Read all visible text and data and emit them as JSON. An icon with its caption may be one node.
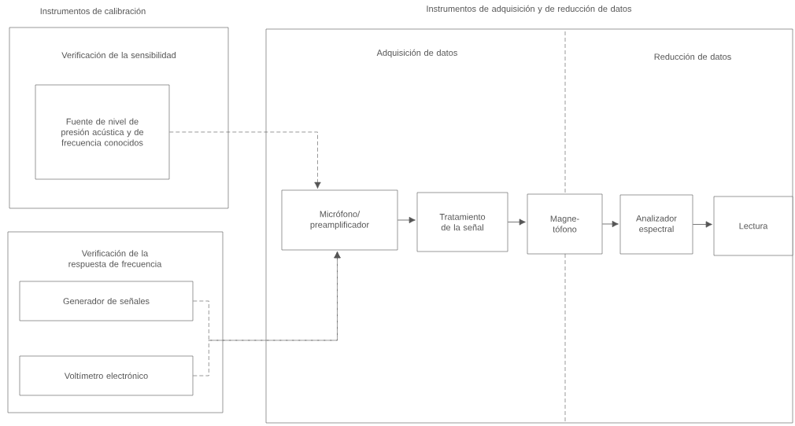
{
  "diagram": {
    "nodes": [
      {
        "text": [
          "Verificación de la sensibilidad"
        ]
      },
      {
        "text": [
          "Fuente de nivel de presión acústica y de frecuencia conocidos"
        ],
        "in": 0
      },
      {
        "text": [
          "Verificación de la respuesta de frecuencia"
        ]
      },
      {
        "text": [
          "Generador de señales"
        ],
        "in": 2
      },
      {
        "text": [
          "Voltímetro electrónico"
        ],
        "in": 2
      },
      {
        "text": [
          "Instrumentos de adquisición y de reducción de datos",
          "Adquisición de datos",
          "Reducción de datos"
        ]
      },
      {
        "text": [
          "Micrófono/ preamplificador"
        ],
        "in": 5
      },
      {
        "text": [
          "Tratamiento de la señal"
        ],
        "in": 5
      },
      {
        "text": [
          "Magne-tófono"
        ],
        "in": 5
      },
      {
        "text": [
          "Analizador espectral"
        ],
        "in": 5
      },
      {
        "text": [
          "Lectura"
        ],
        "in": 5
      }
    ],
    "edges": [
      {
        "from": 1,
        "to": 6,
        "arrow": "to",
        "style": "dashed"
      },
      {
        "from": 3,
        "to": 6,
        "arrow": "to",
        "style": "dashed"
      },
      {
        "from": 4,
        "to": 6,
        "arrow": "to",
        "style": "dashed"
      },
      {
        "from": 6,
        "to": 7,
        "arrow": "to"
      },
      {
        "from": 7,
        "to": 8,
        "arrow": "to"
      },
      {
        "from": 8,
        "to": 9,
        "arrow": "to"
      },
      {
        "from": 9,
        "to": 10,
        "arrow": "to"
      }
    ],
    "labels": [
      "Instrumentos de calibración"
    ]
  }
}
